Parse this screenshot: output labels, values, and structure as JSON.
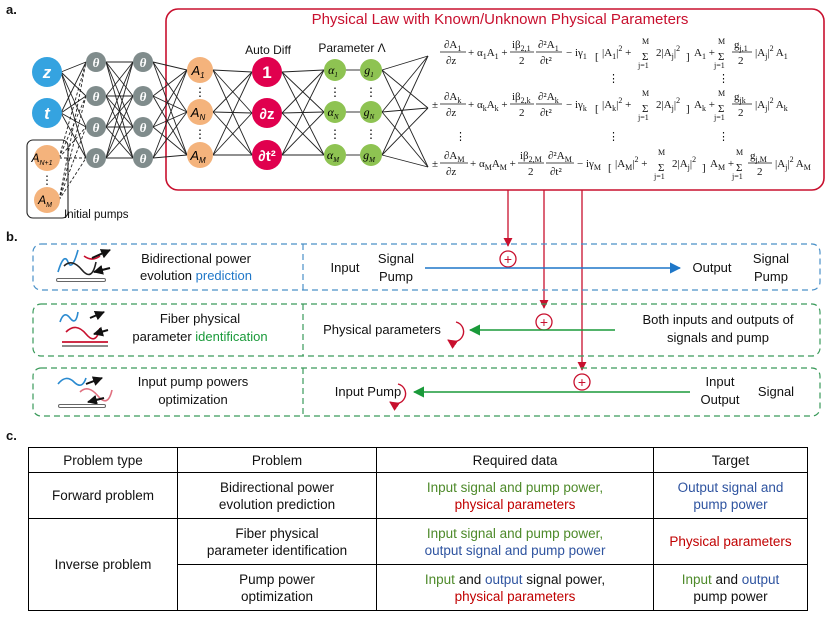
{
  "panels": {
    "a": "a.",
    "b": "b.",
    "c": "c."
  },
  "panel_a": {
    "law_title": "Physical Law with Known/Unknown Physical Parameters",
    "auto_diff": "Auto Diff",
    "parameter": "Parameter Λ",
    "input_z": "z",
    "input_t": "t",
    "initial_pumps_label": "Initial pumps",
    "theta": "θ",
    "pump_top": "A",
    "pump_top_sub": "N+1",
    "pump_bottom": "A",
    "pump_bottom_sub": "M",
    "A_nodes": [
      {
        "base": "A",
        "sub": "1"
      },
      {
        "base": "A",
        "sub": "N"
      },
      {
        "base": "A",
        "sub": "M"
      }
    ],
    "diff_nodes": [
      "1",
      "∂z",
      "∂t²"
    ],
    "alpha": [
      {
        "base": "α",
        "sub": "1"
      },
      {
        "base": "α",
        "sub": "N"
      },
      {
        "base": "α",
        "sub": "M"
      }
    ],
    "g": [
      {
        "base": "g",
        "sub": "1"
      },
      {
        "base": "g",
        "sub": "N"
      },
      {
        "base": "g",
        "sub": "M"
      }
    ],
    "ellipsis": "⋮"
  },
  "panel_b": {
    "rows": [
      {
        "title": "Bidirectional power",
        "title2": "evolution ",
        "highlight": "prediction",
        "left": "Input",
        "left_stack": [
          "Signal",
          "Pump"
        ],
        "right": "Output",
        "right_stack": [
          "Signal",
          "Pump"
        ]
      },
      {
        "title": "Fiber physical",
        "title2": "parameter ",
        "highlight": "identification",
        "left": "Physical parameters",
        "right_lines": [
          "Both inputs and outputs of",
          "signals and pump"
        ]
      },
      {
        "title": "Input pump powers",
        "highlight": "optimization",
        "left": "Input Pump",
        "right_stack": [
          "Input",
          "Output"
        ],
        "right_single": "Signal"
      }
    ],
    "plus": "+"
  },
  "table": {
    "headers": [
      "Problem type",
      "Problem",
      "Required data",
      "Target"
    ],
    "forward": {
      "type": "Forward problem",
      "problem": [
        "Bidirectional power",
        "evolution prediction"
      ],
      "req_1": "Input signal and pump power,",
      "req_2": "physical parameters",
      "target": [
        "Output signal and",
        "pump power"
      ]
    },
    "inverse_type": "Inverse problem",
    "fiber": {
      "problem": [
        "Fiber physical",
        "parameter identification"
      ],
      "req_1": "Input signal and pump power,",
      "req_2": "output signal and pump power",
      "target": "Physical parameters"
    },
    "pump": {
      "problem": [
        "Pump power",
        "optimization"
      ],
      "req_1a": "Input",
      "req_1b": " and ",
      "req_1c": "output",
      "req_1d": " signal power,",
      "req_2": "physical parameters",
      "target_a": "Input",
      "target_b": " and ",
      "target_c": "output",
      "target_d": "pump power"
    }
  },
  "colors": {
    "red": "#c8102e",
    "blue_node": "#35a3e0",
    "orange_node": "#f4b37c",
    "gray_node": "#808c8c",
    "magenta_node": "#e0004e",
    "green_node": "#8ec352",
    "arrow_blue": "#1f77c8",
    "arrow_green": "#1a9a3a",
    "dash_blue": "#4a90c8",
    "dash_green": "#3a9a5a"
  }
}
